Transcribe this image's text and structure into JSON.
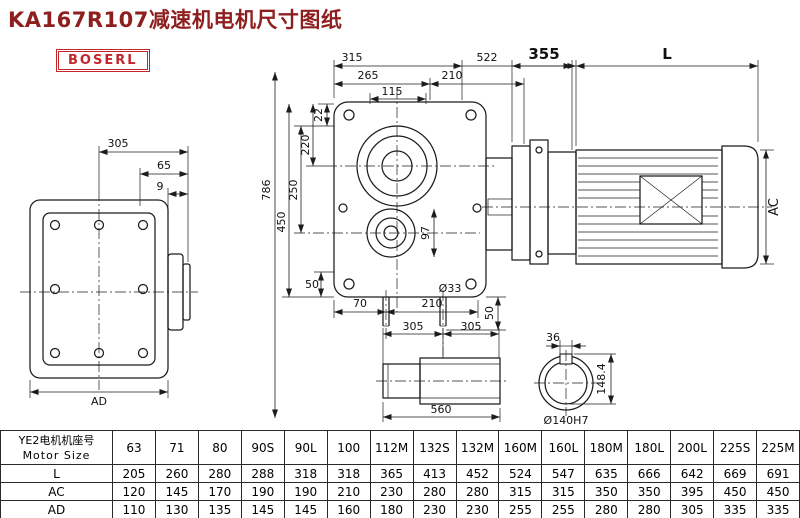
{
  "title": "KA167R107减速机电机尺寸图纸",
  "logo": {
    "text": "BOSERL"
  },
  "drawing": {
    "left_view": {
      "d305": "305",
      "d65": "65",
      "d9": "9",
      "dAD": "AD"
    },
    "front_view": {
      "d315": "315",
      "d522": "522",
      "d265": "265",
      "d210_top": "210",
      "d115": "115",
      "d22": "22",
      "d220": "220",
      "d250": "250",
      "d450": "450",
      "d786": "786",
      "d97": "97",
      "d50_left": "50",
      "d70": "70",
      "d210_bottom": "210",
      "d33": "Ø33",
      "d50_right": "50"
    },
    "motor_view": {
      "d355": "355",
      "dL": "L",
      "dAC": "AC"
    },
    "shaft_view": {
      "d305_a": "305",
      "d305_b": "305",
      "d560": "560"
    },
    "flange_view": {
      "d36": "36",
      "d148": "148.4",
      "d140": "Ø140H7"
    }
  },
  "table": {
    "header_cn": "YE2电机机座号",
    "header_en": "Motor Size",
    "columns": [
      "63",
      "71",
      "80",
      "90S",
      "90L",
      "100",
      "112M",
      "132S",
      "132M",
      "160M",
      "160L",
      "180M",
      "180L",
      "200L",
      "225S",
      "225M"
    ],
    "rows": [
      {
        "label": "L",
        "values": [
          "205",
          "260",
          "280",
          "288",
          "318",
          "318",
          "365",
          "413",
          "452",
          "524",
          "547",
          "635",
          "666",
          "642",
          "669",
          "691"
        ]
      },
      {
        "label": "AC",
        "values": [
          "120",
          "145",
          "170",
          "190",
          "190",
          "210",
          "230",
          "280",
          "280",
          "315",
          "315",
          "350",
          "350",
          "395",
          "450",
          "450"
        ]
      },
      {
        "label": "AD",
        "values": [
          "110",
          "130",
          "135",
          "145",
          "145",
          "160",
          "180",
          "230",
          "230",
          "255",
          "255",
          "280",
          "280",
          "305",
          "335",
          "335"
        ]
      }
    ]
  }
}
